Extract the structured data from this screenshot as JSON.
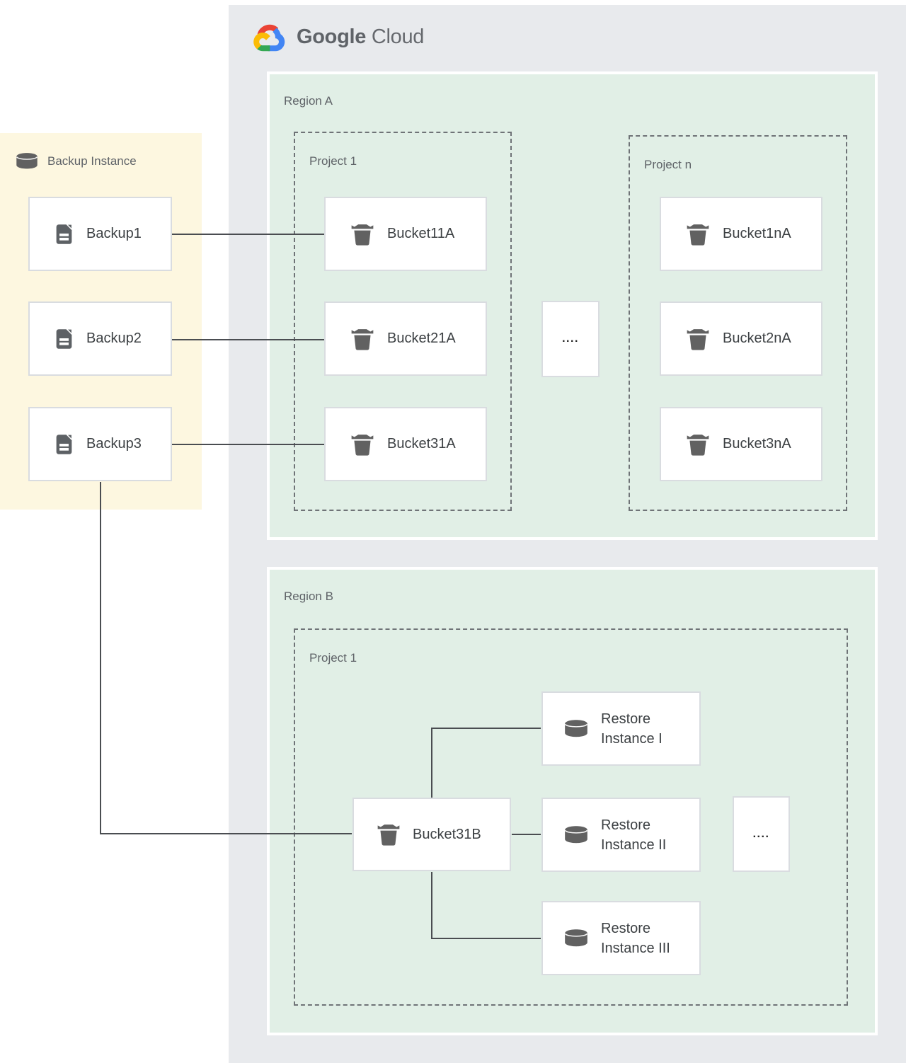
{
  "logo": {
    "brand": "Google",
    "product": "Cloud"
  },
  "backup_panel": {
    "title": "Backup Instance",
    "icon": "database-cylinder",
    "items": [
      {
        "label": "Backup1",
        "icon": "document"
      },
      {
        "label": "Backup2",
        "icon": "document"
      },
      {
        "label": "Backup3",
        "icon": "document"
      }
    ]
  },
  "region_a": {
    "title": "Region A",
    "project1": {
      "title": "Project 1",
      "buckets": [
        {
          "label": "Bucket11A",
          "icon": "storage-bucket"
        },
        {
          "label": "Bucket21A",
          "icon": "storage-bucket"
        },
        {
          "label": "Bucket31A",
          "icon": "storage-bucket"
        }
      ]
    },
    "ellipsis": "....",
    "project_n": {
      "title": "Project n",
      "buckets": [
        {
          "label": "Bucket1nA",
          "icon": "storage-bucket"
        },
        {
          "label": "Bucket2nA",
          "icon": "storage-bucket"
        },
        {
          "label": "Bucket3nA",
          "icon": "storage-bucket"
        }
      ]
    }
  },
  "region_b": {
    "title": "Region B",
    "project1": {
      "title": "Project 1",
      "bucket": {
        "label": "Bucket31B",
        "icon": "storage-bucket"
      },
      "restores": [
        {
          "label": "Restore Instance I",
          "icon": "database-cylinder"
        },
        {
          "label": "Restore Instance II",
          "icon": "database-cylinder"
        },
        {
          "label": "Restore Instance III",
          "icon": "database-cylinder"
        }
      ],
      "ellipsis": "...."
    }
  },
  "colors": {
    "outer_container": "#e8eaed",
    "region_green": "#e1efe6",
    "backup_yellow": "#fdf7e0",
    "node_border": "#d9dce0",
    "icon_gray": "#616161",
    "label_gray": "#5f6368",
    "node_text": "#3c4043",
    "connector": "#4a4d51",
    "logo_red": "#ea4335",
    "logo_blue": "#4285f4",
    "logo_green": "#34a853",
    "logo_yellow": "#fbbc05"
  }
}
